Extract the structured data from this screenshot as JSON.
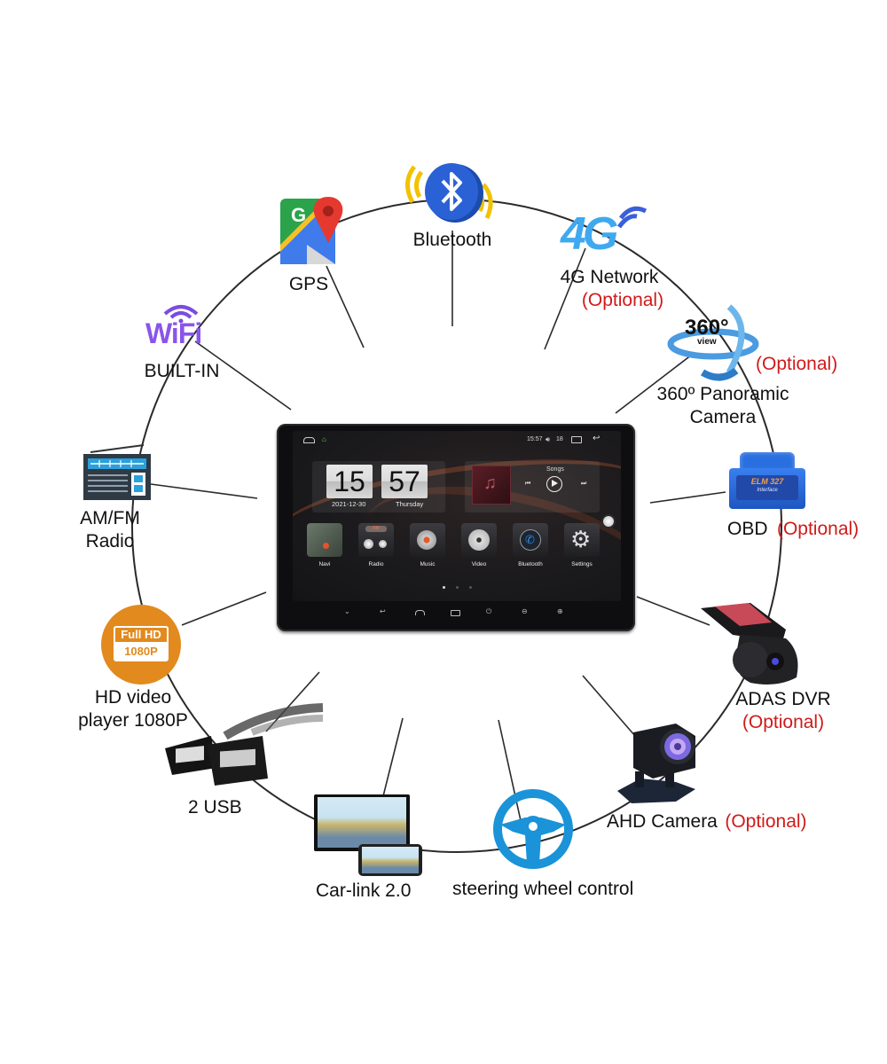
{
  "colors": {
    "ring_line": "#2a2a2a",
    "optional_text": "#d01a1a",
    "bluetooth_blue": "#2457c5",
    "wifi_purple": "#7b4ce0",
    "hd_orange": "#e28a1e",
    "steering_blue": "#1a93d8",
    "obd_blue": "#2a6fe0"
  },
  "features": [
    {
      "id": "gps",
      "label": "GPS",
      "icon": "google-maps-icon"
    },
    {
      "id": "bluetooth",
      "label": "Bluetooth",
      "icon": "bluetooth-icon"
    },
    {
      "id": "4g",
      "label": "4G Network",
      "optional": "(Optional)",
      "icon": "4g-signal-icon",
      "icon_text": "4G"
    },
    {
      "id": "360",
      "label_line1": "360º Panoramic",
      "label_line2": "Camera",
      "optional": "(Optional)",
      "icon": "360-view-icon",
      "icon_text": "360°",
      "icon_sub": "view"
    },
    {
      "id": "wifi",
      "label": "BUILT-IN",
      "icon": "wifi-icon",
      "icon_text": "WiFi"
    },
    {
      "id": "radio",
      "label_line1": "AM/FM",
      "label_line2": "Radio",
      "icon": "radio-icon"
    },
    {
      "id": "obd",
      "label": "OBD",
      "optional": "(Optional)",
      "icon": "obd-adapter-icon",
      "icon_text": "ELM 327",
      "icon_sub": "Interface"
    },
    {
      "id": "hd",
      "label_line1": "HD video",
      "label_line2": "player 1080P",
      "icon": "full-hd-icon",
      "icon_text": "Full HD",
      "icon_sub": "1080P"
    },
    {
      "id": "adas",
      "label": "ADAS DVR",
      "optional": "(Optional)",
      "icon": "dashcam-icon"
    },
    {
      "id": "usb",
      "label": "2 USB",
      "icon": "usb-cable-icon"
    },
    {
      "id": "carlink",
      "label": "Car-link 2.0",
      "icon": "carlink-screens-icon"
    },
    {
      "id": "steering",
      "label": "steering wheel control",
      "icon": "steering-wheel-icon"
    },
    {
      "id": "ahd",
      "label": "AHD Camera",
      "optional": "(Optional)",
      "icon": "reverse-camera-icon"
    }
  ],
  "device": {
    "status_time": "15:57",
    "status_volume": "18",
    "clock_hour": "15",
    "clock_minute": "57",
    "date": "2021-12-30",
    "weekday": "Thursday",
    "music_title": "Songs",
    "apps": [
      {
        "label": "Navi",
        "icon": "navi-icon"
      },
      {
        "label": "Radio",
        "icon": "radio-app-icon",
        "badge": "FM"
      },
      {
        "label": "Music",
        "icon": "music-app-icon"
      },
      {
        "label": "Video",
        "icon": "video-app-icon"
      },
      {
        "label": "Bluetooth",
        "icon": "phone-app-icon"
      },
      {
        "label": "Settings",
        "icon": "settings-gear-icon"
      }
    ],
    "page_count": 3,
    "current_page": 1
  }
}
